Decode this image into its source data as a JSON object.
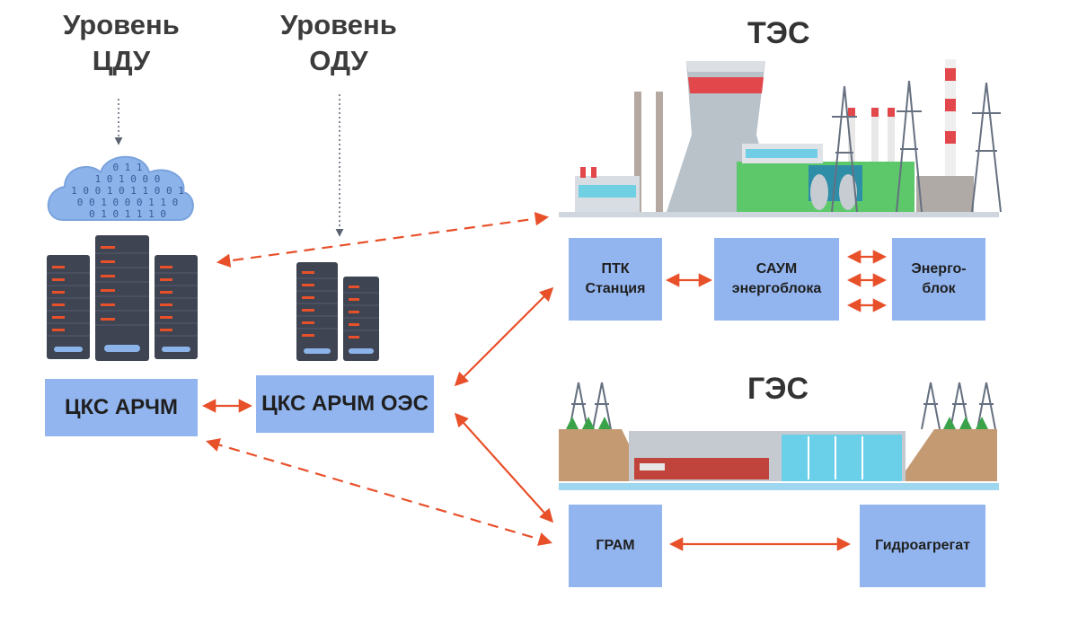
{
  "levels": {
    "cdu": "Уровень\nЦДУ",
    "odu": "Уровень\nОДУ"
  },
  "sections": {
    "tes": "ТЭС",
    "ges": "ГЭС"
  },
  "nodes": {
    "cks_archm": "ЦКС АРЧМ",
    "cks_archm_oes": "ЦКС АРЧМ ОЭС",
    "ptk": "ПТК\nСтанция",
    "saum": "САУМ\nэнергоблока",
    "energoblok": "Энерго-\nблок",
    "gram": "ГРАМ",
    "gidroagregat": "Гидроагрегат"
  },
  "cloud_digits": [
    "0 1 1",
    "1 0 1 0 0 0",
    "1 0 0 1 0 1 1 0 0 1",
    "0 0 1   0 0 0   1 1 0",
    "0 1   0 1 1   1 0"
  ],
  "colors": {
    "box": "#92b5ef",
    "arrow": "#e8502a",
    "server": "#3e4452",
    "cloud": "#8cb4ea"
  }
}
